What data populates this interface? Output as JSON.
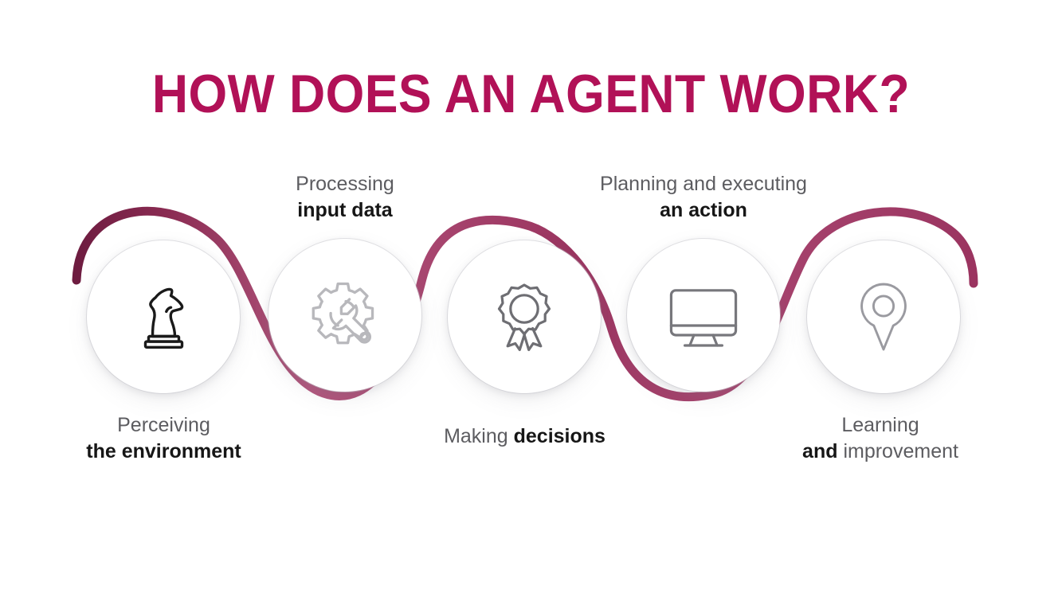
{
  "page": {
    "title": "HOW DOES AN AGENT WORK?",
    "background_color": "#FFFFFF"
  },
  "theme": {
    "title_color": "#B11157",
    "wave_color_dark": "#7B2046",
    "wave_color_light": "#B3577E",
    "caption_light_color": "#5C5C60",
    "caption_bold_color": "#161616",
    "circle_fill": "#FFFFFF"
  },
  "steps": [
    {
      "index": 1,
      "icon": "chess-knight-icon",
      "icon_color": "#1A1A1A",
      "caption_line1": "Perceiving",
      "caption_line1_weight": "light",
      "caption_line2": "the environment",
      "caption_line2_weight": "bold",
      "caption_position": "below"
    },
    {
      "index": 2,
      "icon": "gear-wrench-icon",
      "icon_color": "#B8B8BC",
      "caption_line1": "Processing",
      "caption_line1_weight": "light",
      "caption_line2": "input data",
      "caption_line2_weight": "bold",
      "caption_position": "above"
    },
    {
      "index": 3,
      "icon": "award-ribbon-icon",
      "icon_color": "#6E6E73",
      "caption_line1": "Making",
      "caption_line1_weight": "light",
      "caption_line2": "decisions",
      "caption_line2_weight": "bold",
      "caption_position": "below",
      "caption_inline": true
    },
    {
      "index": 4,
      "icon": "desktop-monitor-icon",
      "icon_color": "#77777C",
      "caption_line1": "Planning and executing",
      "caption_line1_weight": "light",
      "caption_line2": "an action",
      "caption_line2_weight": "bold",
      "caption_position": "above"
    },
    {
      "index": 5,
      "icon": "map-pin-icon",
      "icon_color": "#9A9AA0",
      "caption_line1": "Learning",
      "caption_line1_weight": "light",
      "caption_line2a": "and",
      "caption_line2a_weight": "bold",
      "caption_line2b": "improvement",
      "caption_line2b_weight": "light",
      "caption_position": "below"
    }
  ]
}
